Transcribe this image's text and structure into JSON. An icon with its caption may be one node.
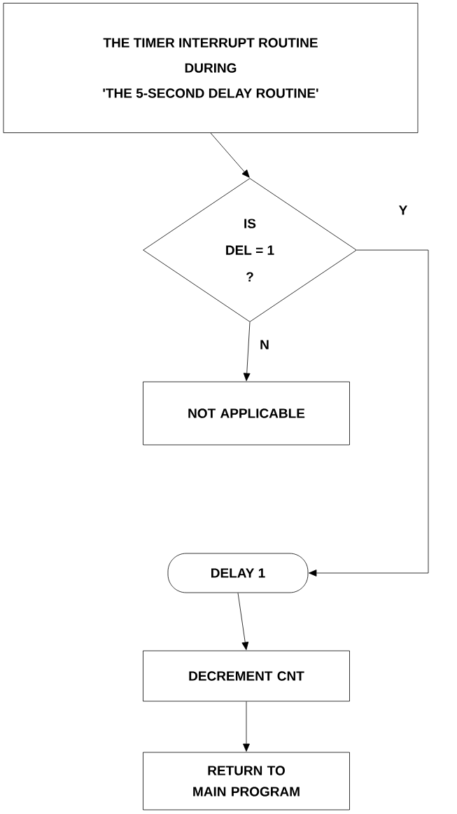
{
  "diagram": {
    "nodes": [
      {
        "text": [
          "THE TIMER INTERRUPT ROUTINE",
          "DURING",
          "'THE 5-SECOND DELAY ROUTINE'"
        ]
      },
      {
        "text": [
          "IS",
          "DEL = 1",
          "?"
        ]
      },
      {
        "text": [
          "NOT APPLICABLE"
        ]
      },
      {
        "text": [
          "DELAY 1"
        ]
      },
      {
        "text": [
          "DECREMENT CNT"
        ]
      },
      {
        "text": [
          "RETURN TO MAIN PROGRAM"
        ]
      }
    ],
    "edges": [
      {
        "from": 0,
        "to": 1,
        "arrow": "to"
      },
      {
        "from": 1,
        "to": 2,
        "arrow": "to",
        "label": "N"
      },
      {
        "from": 1,
        "to": 3,
        "arrow": "to",
        "label": "Y"
      },
      {
        "from": 3,
        "to": 4,
        "arrow": "to"
      },
      {
        "from": 4,
        "to": 5,
        "arrow": "to"
      }
    ]
  }
}
